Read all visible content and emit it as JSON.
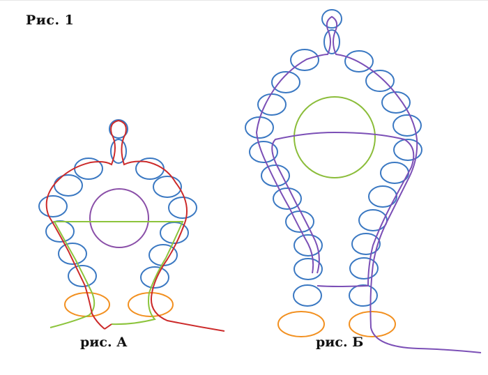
{
  "figure_title": "Рис. 1",
  "caption_a": "рис. А",
  "caption_b": "рис. Б",
  "colors": {
    "bead": "#3a78c2",
    "big_bead": "#8a4fa8",
    "big_bead_b": "#8bbd3a",
    "orange_bead": "#f29020",
    "thread_red": "#cc2a2a",
    "thread_green": "#8cc43c",
    "thread_purple": "#7b4fb6"
  }
}
